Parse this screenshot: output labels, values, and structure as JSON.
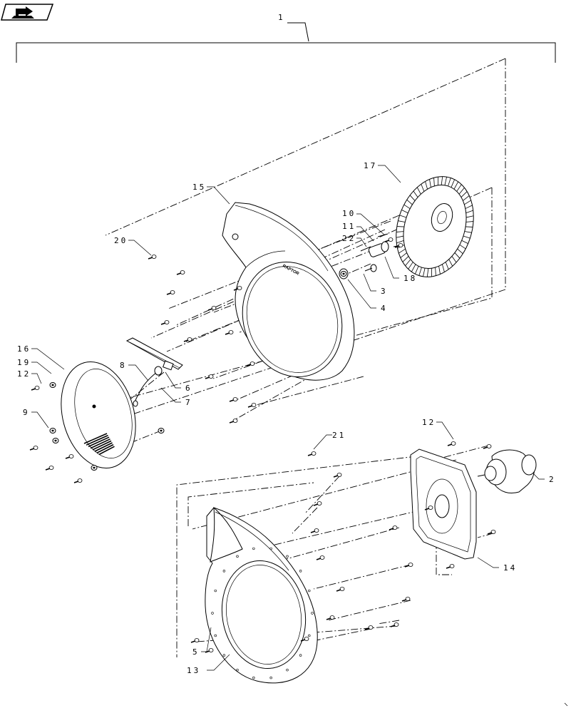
{
  "diagram": {
    "nav_icon": "return-arrow-icon",
    "callouts": {
      "c1": "1",
      "c2": "2",
      "c3": "3",
      "c4": "4",
      "c5": "5",
      "c6": "6",
      "c7": "7",
      "c8": "8",
      "c9": "9",
      "c10": "10",
      "c11": "11",
      "c12a": "12",
      "c12b": "12",
      "c13": "13",
      "c14": "14",
      "c15": "15",
      "c16": "16",
      "c17": "17",
      "c18": "18",
      "c19": "19",
      "c20": "20",
      "c21": "21",
      "c22": "22"
    }
  }
}
